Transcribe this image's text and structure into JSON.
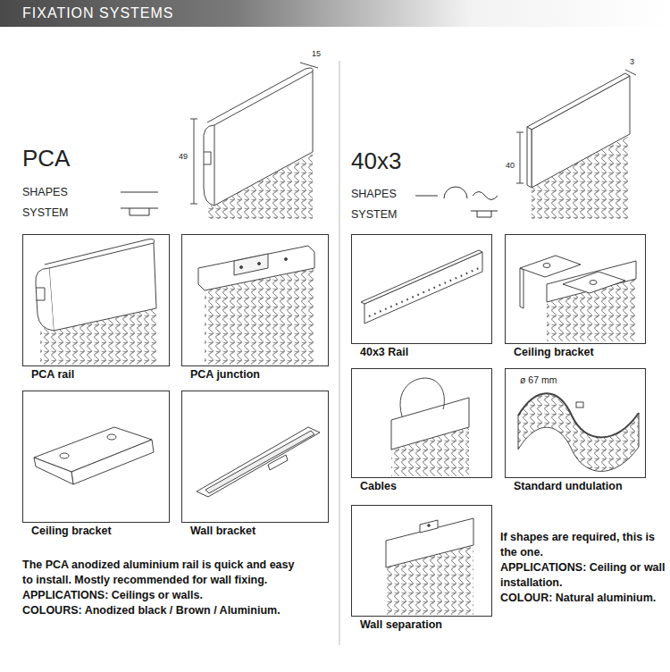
{
  "diagram": {
    "title": "FIXATION SYSTEMS",
    "nodes": [
      {
        "text": [
          "PCA rail"
        ]
      },
      {
        "text": [
          "PCA junction"
        ]
      },
      {
        "text": [
          "Ceiling bracket"
        ]
      },
      {
        "text": [
          "Wall bracket"
        ]
      },
      {
        "text": [
          "40x3 Rail"
        ]
      },
      {
        "text": [
          "Ceiling bracket"
        ]
      },
      {
        "text": [
          "Cables"
        ]
      },
      {
        "text": [
          "Standard undulation"
        ]
      },
      {
        "text": [
          "Wall separation"
        ]
      }
    ],
    "labels": [
      "PCA",
      "SHAPES",
      "SYSTEM",
      "49",
      "15",
      "40x3",
      "SHAPES",
      "SYSTEM",
      "40",
      "3",
      "ø 67 mm",
      "The PCA anodized aluminium rail is quick and easy to install. Mostly recommended for wall fixing.",
      "APPLICATIONS: Ceilings or walls.",
      "COLOURS: Anodized black / Brown / Aluminium.",
      "If shapes are required, this is the one.",
      "APPLICATIONS: Ceiling or wall installation.",
      "COLOUR: Natural aluminium."
    ]
  }
}
